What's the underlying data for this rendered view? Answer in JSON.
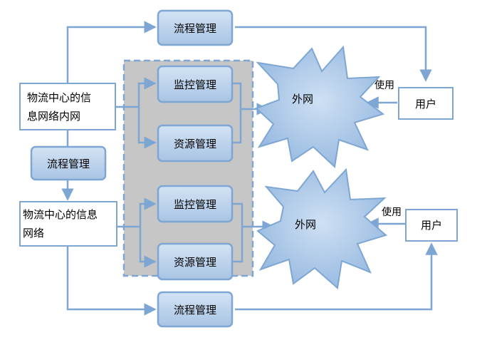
{
  "colors": {
    "line": "#7ea6d3",
    "box_fill": "#bcd3ec",
    "box_stroke": "#7ea6d3",
    "blob_fill": "#a9c6e6",
    "panel_fill": "#c6c6c6",
    "panel_stroke": "#7ea6d3"
  },
  "nodes": {
    "process_top": "流程管理",
    "monitor_1": "监控管理",
    "resource_1": "资源管理",
    "intranet_line1": "物流中心的信",
    "intranet_line2": "息网络内网",
    "process_mid": "流程管理",
    "network_line1": "物流中心的信息",
    "network_line2": "网络",
    "monitor_2": "监控管理",
    "resource_2": "资源管理",
    "process_bottom": "流程管理",
    "extranet_1": "外网",
    "extranet_2": "外网",
    "user_1": "用户",
    "user_2": "用户"
  },
  "edge_labels": {
    "use_1": "使用",
    "use_2": "使用"
  }
}
